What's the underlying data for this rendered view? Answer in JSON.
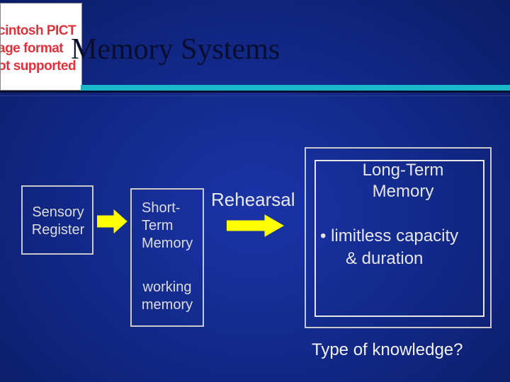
{
  "placeholder_image": {
    "lines": [
      "cintosh PICT",
      "age format",
      "ot supported"
    ]
  },
  "slide": {
    "title": "Memory Systems"
  },
  "diagram": {
    "sensory_register": {
      "line1": "Sensory",
      "line2": "Register"
    },
    "short_term": {
      "line1": "Short-",
      "line2": "Term",
      "line3": "Memory"
    },
    "working_memory": {
      "line1": "working",
      "line2": "memory"
    },
    "rehearsal_label": "Rehearsal",
    "long_term": {
      "title_line1": "Long-Term",
      "title_line2": "Memory",
      "bullet_line1": "• limitless capacity",
      "bullet_line2": "& duration"
    },
    "question": "Type of knowledge?"
  },
  "colors": {
    "background": "#132a8c",
    "title": "#0a0e2e",
    "accent_rule": "#18b8c8",
    "arrow_fill": "#ffff00",
    "text": "#dcdcdc",
    "placeholder_text": "#e0313b"
  }
}
